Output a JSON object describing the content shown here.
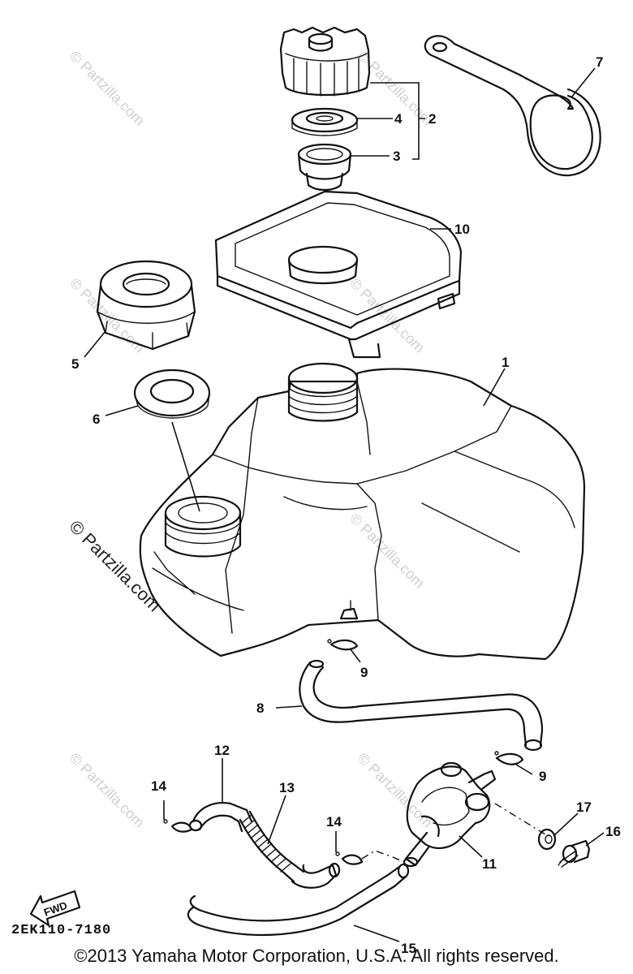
{
  "watermark": "© Partzilla.com",
  "diagram_code": "2EK110-7180",
  "copyright": "©2013 Yamaha Motor Corporation, U.S.A. All rights reserved.",
  "fwd_label": "FWD",
  "callouts": [
    "1",
    "2",
    "3",
    "4",
    "5",
    "6",
    "7",
    "8",
    "9",
    "9",
    "10",
    "11",
    "12",
    "13",
    "14",
    "14",
    "15",
    "16",
    "17"
  ]
}
